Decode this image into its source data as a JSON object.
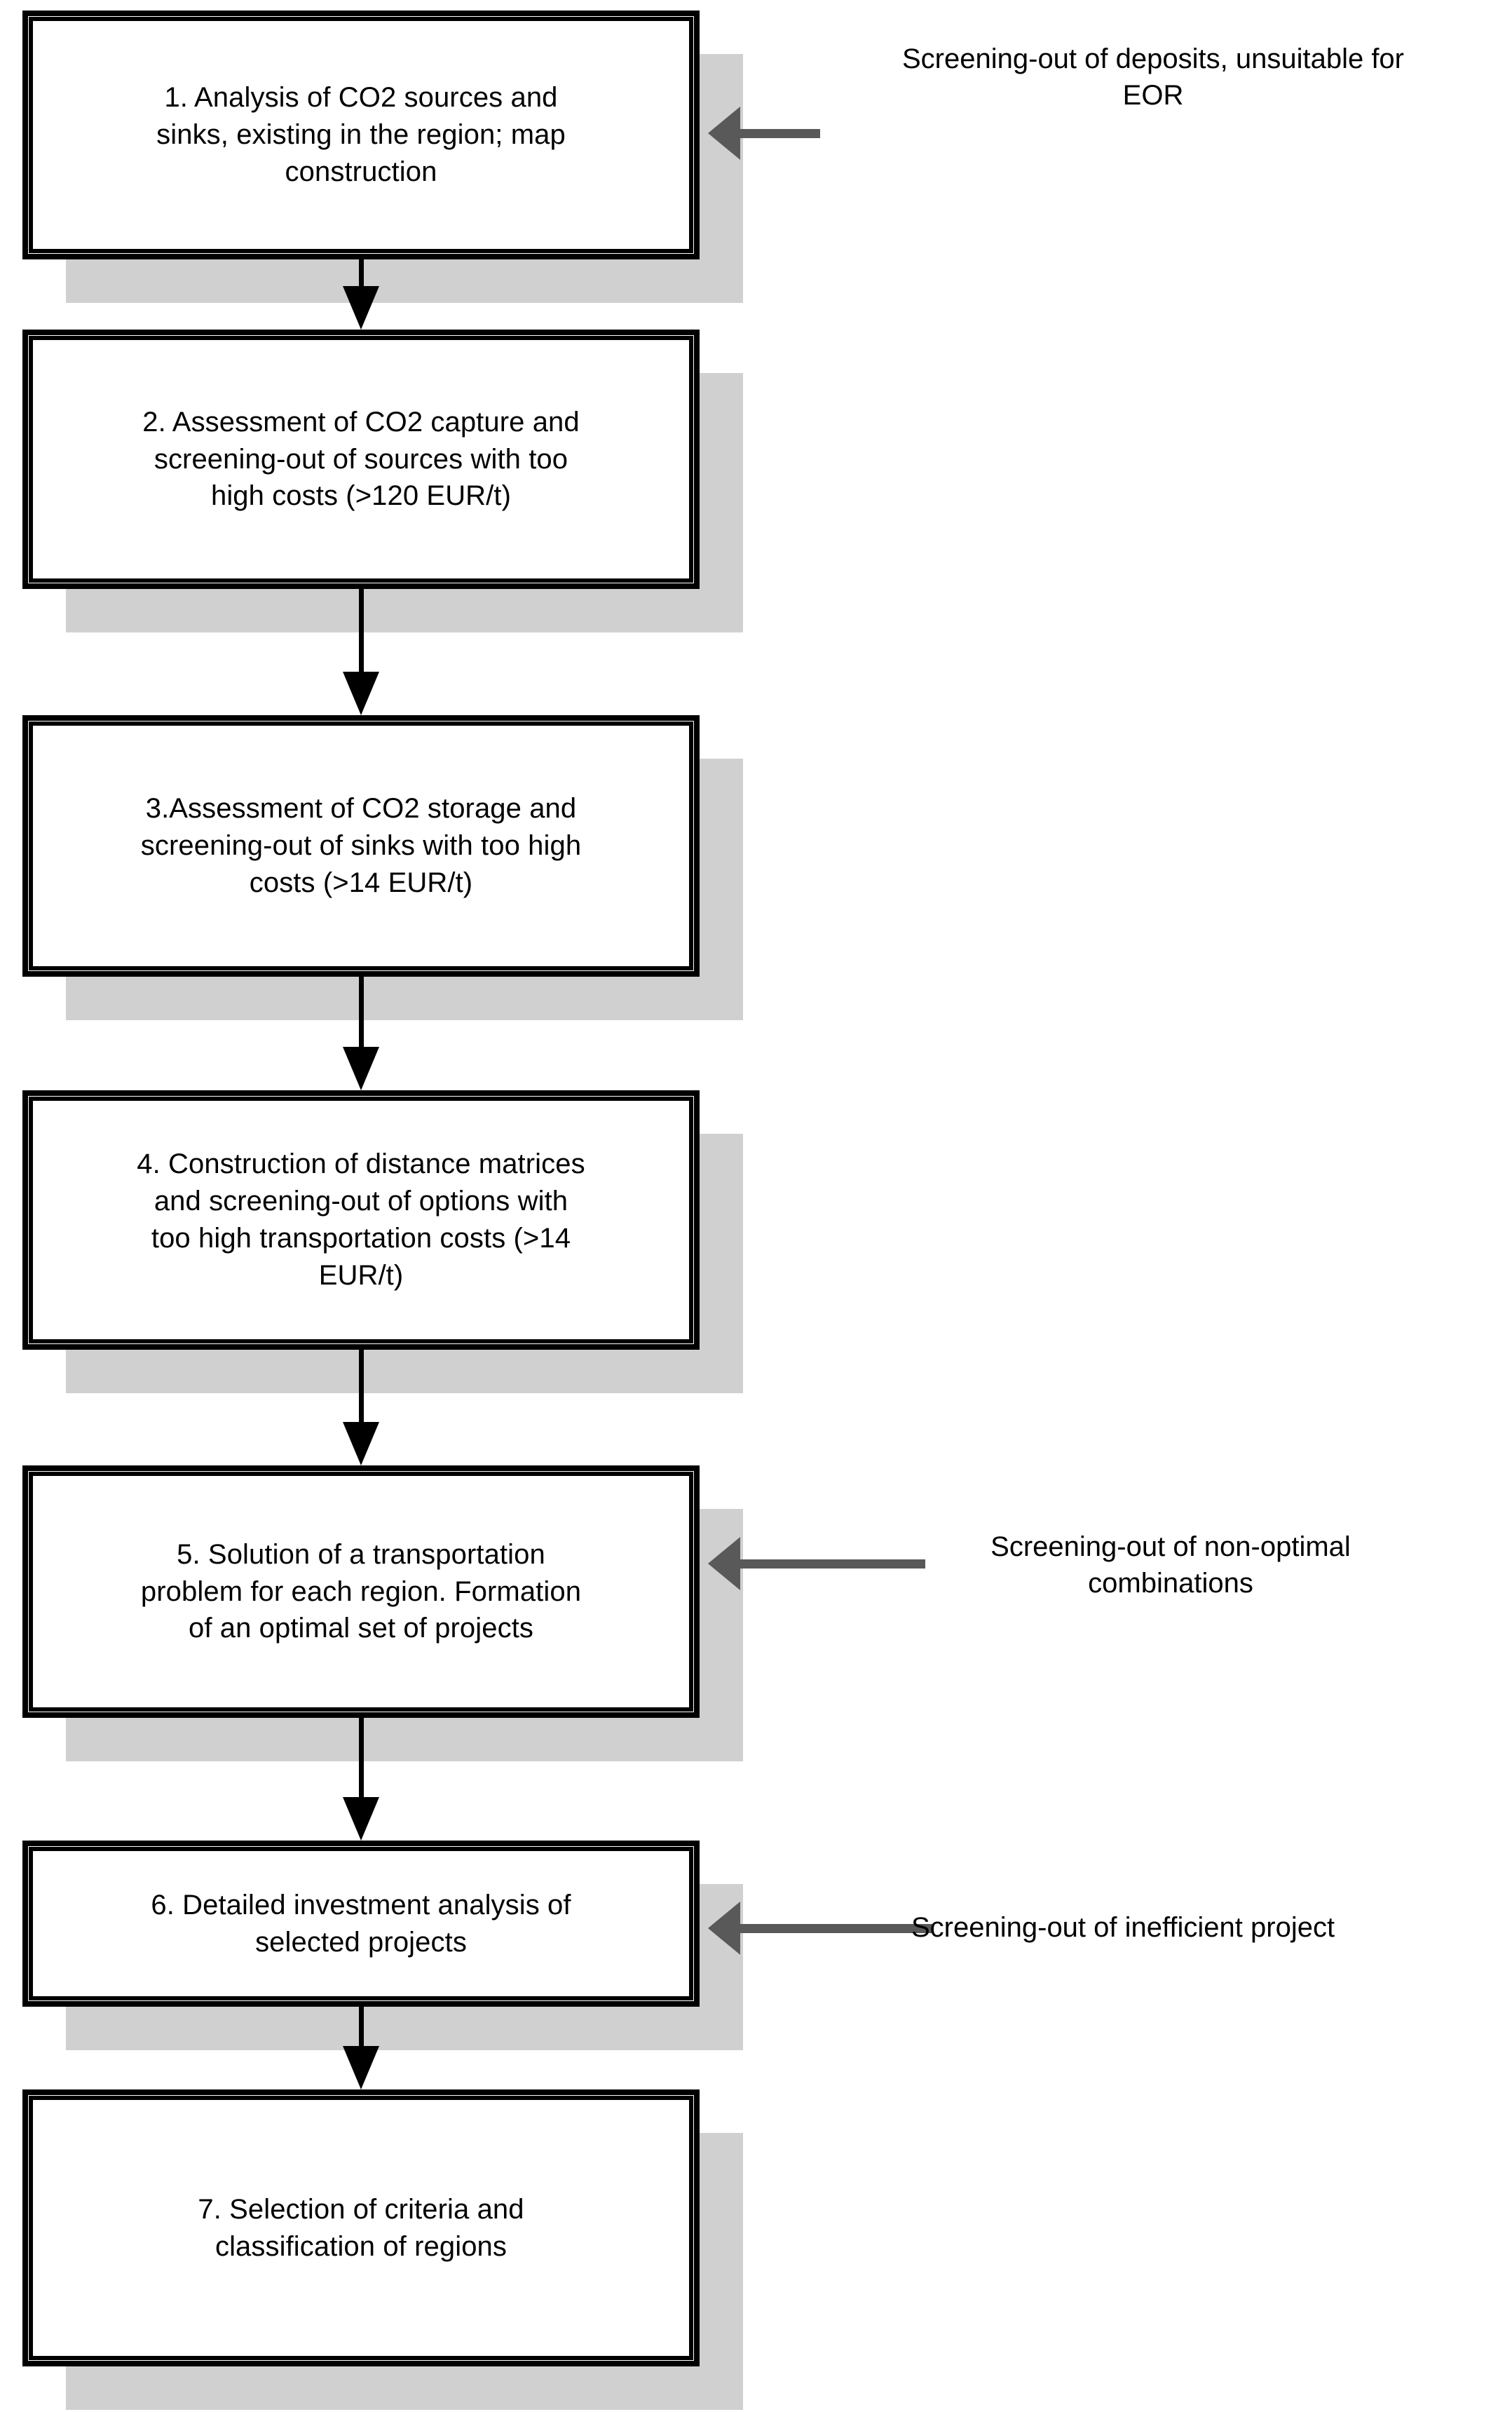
{
  "diagram": {
    "title": "CCS-EOR regional screening methodology",
    "colors": {
      "box_border": "#000000",
      "box_fill": "#ffffff",
      "shadow": "#d0d0d0",
      "annotation_arrow": "#595959",
      "connector": "#000000",
      "background": "#ffffff"
    },
    "steps": [
      {
        "id": "step-1",
        "number": "1.",
        "text": "1. Analysis of CO2 sources and\nsinks, existing in the region; map\nconstruction"
      },
      {
        "id": "step-2",
        "number": "2.",
        "text": "2. Assessment of CO2 capture and\nscreening-out of sources with too\nhigh costs (>120 EUR/t)"
      },
      {
        "id": "step-3",
        "number": "3.",
        "text": "3.Assessment of CO2 storage and\nscreening-out of sinks with too high\ncosts (>14 EUR/t)"
      },
      {
        "id": "step-4",
        "number": "4.",
        "text": "4. Construction of distance matrices\nand screening-out of options with\ntoo high transportation costs (>14\nEUR/t)"
      },
      {
        "id": "step-5",
        "number": "5.",
        "text": "5. Solution of a transportation\nproblem for each region. Formation\nof an optimal set of projects"
      },
      {
        "id": "step-6",
        "number": "6.",
        "text": "6. Detailed investment analysis of\nselected projects"
      },
      {
        "id": "step-7",
        "number": "7.",
        "text": "7. Selection of criteria and\nclassification of regions"
      }
    ],
    "annotations": [
      {
        "id": "annotation-1",
        "target": "step-1",
        "text": "Screening-out of deposits, unsuitable for\nEOR"
      },
      {
        "id": "annotation-2",
        "target": "step-5",
        "text": "Screening-out of non-optimal\ncombinations"
      },
      {
        "id": "annotation-3",
        "target": "step-6",
        "text": "Screening-out of inefficient project"
      }
    ],
    "connectors": [
      {
        "id": "connector-1-2",
        "from": "step-1",
        "to": "step-2"
      },
      {
        "id": "connector-2-3",
        "from": "step-2",
        "to": "step-3"
      },
      {
        "id": "connector-3-4",
        "from": "step-3",
        "to": "step-4"
      },
      {
        "id": "connector-4-5",
        "from": "step-4",
        "to": "step-5"
      },
      {
        "id": "connector-5-6",
        "from": "step-5",
        "to": "step-6"
      },
      {
        "id": "connector-6-7",
        "from": "step-6",
        "to": "step-7"
      }
    ]
  }
}
